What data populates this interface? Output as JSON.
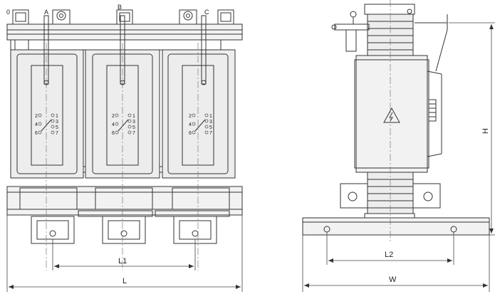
{
  "labels": {
    "phase_o": "0",
    "phase_a": "A",
    "phase_b": "B",
    "phase_c": "C",
    "dim_l1": "L1",
    "dim_l": "L",
    "dim_l2": "L2",
    "dim_w": "W",
    "dim_h": "H"
  },
  "tap_labels": [
    "2",
    "4",
    "6",
    "1",
    "3",
    "5",
    "7"
  ],
  "colors": {
    "line": "#333333",
    "body": "#f2f2f2"
  }
}
